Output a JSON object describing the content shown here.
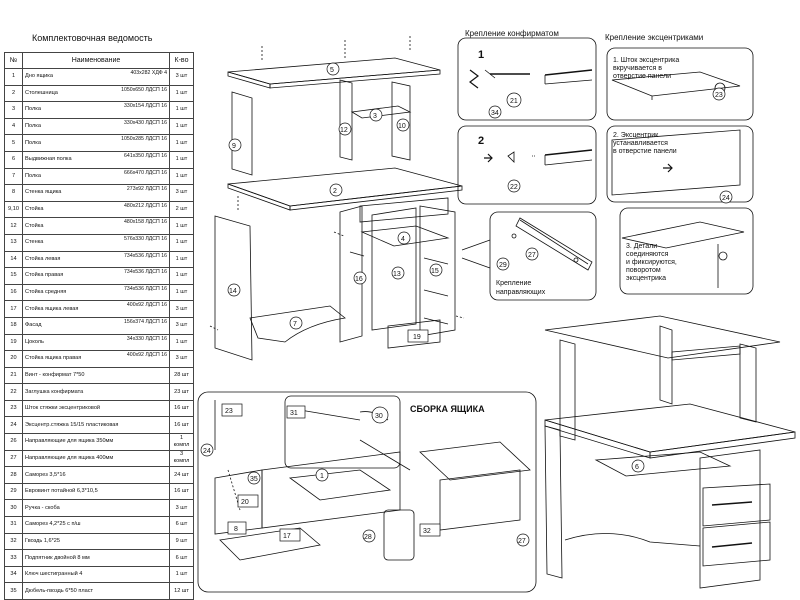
{
  "title": "Комплектовочная ведомость",
  "table": {
    "headers": [
      "№",
      "Наименование",
      "К-во"
    ],
    "rows": [
      {
        "n": "1",
        "name": "Дно ящика",
        "spec": "403x282 ХДФ 4",
        "qty": "3 шт"
      },
      {
        "n": "2",
        "name": "Столешница",
        "spec": "1050x650 ЛДСП 16",
        "qty": "1 шт"
      },
      {
        "n": "3",
        "name": "Полка",
        "spec": "330x154 ЛДСП 16",
        "qty": "1 шт"
      },
      {
        "n": "4",
        "name": "Полка",
        "spec": "330x430 ЛДСП 16",
        "qty": "1 шт"
      },
      {
        "n": "5",
        "name": "Полка",
        "spec": "1050x285 ЛДСП 16",
        "qty": "1 шт"
      },
      {
        "n": "6",
        "name": "Выдвижная полка",
        "spec": "641x350 ЛДСП 16",
        "qty": "1 шт"
      },
      {
        "n": "7",
        "name": "Полка",
        "spec": "666x470 ЛДСП 16",
        "qty": "1 шт"
      },
      {
        "n": "8",
        "name": "Стенка ящика",
        "spec": "273x92 ЛДСП 16",
        "qty": "3 шт"
      },
      {
        "n": "9,10",
        "name": "Стойка",
        "spec": "480x212 ЛДСП 16",
        "qty": "2 шт"
      },
      {
        "n": "12",
        "name": "Стойка",
        "spec": "480x158 ЛДСП 16",
        "qty": "1 шт"
      },
      {
        "n": "13",
        "name": "Стенка",
        "spec": "576x330 ЛДСП 16",
        "qty": "1 шт"
      },
      {
        "n": "14",
        "name": "Стойка левая",
        "spec": "734x536 ЛДСП 16",
        "qty": "1 шт"
      },
      {
        "n": "15",
        "name": "Стойка правая",
        "spec": "734x536 ЛДСП 16",
        "qty": "1 шт"
      },
      {
        "n": "16",
        "name": "Стойка средняя",
        "spec": "734x536 ЛДСП 16",
        "qty": "1 шт"
      },
      {
        "n": "17",
        "name": "Стойка ящика левая",
        "spec": "400x92 ЛДСП 16",
        "qty": "3 шт"
      },
      {
        "n": "18",
        "name": "Фасад",
        "spec": "156x374 ЛДСП 16",
        "qty": "3 шт"
      },
      {
        "n": "19",
        "name": "Цоколь",
        "spec": "34x330 ЛДСП 16",
        "qty": "1 шт"
      },
      {
        "n": "20",
        "name": "Стойка ящика правая",
        "spec": "400x92 ЛДСП 16",
        "qty": "3 шт"
      },
      {
        "n": "21",
        "name": "Винт - конфирмат 7*50",
        "spec": "",
        "qty": "28 шт"
      },
      {
        "n": "22",
        "name": "Заглушка конфирмата",
        "spec": "",
        "qty": "23 шт"
      },
      {
        "n": "23",
        "name": "Шток стяжки эксцентриковой",
        "spec": "",
        "qty": "16 шт"
      },
      {
        "n": "24",
        "name": "Эксцентр.стяжка 15/15 пластиковая",
        "spec": "",
        "qty": "16 шт"
      },
      {
        "n": "26",
        "name": "Направляющие для ящика 350мм",
        "spec": "",
        "qty": "1 компл"
      },
      {
        "n": "27",
        "name": "Направляющие для ящика 400мм",
        "spec": "",
        "qty": "3 компл"
      },
      {
        "n": "28",
        "name": "Саморез 3,5*16",
        "spec": "",
        "qty": "24 шт"
      },
      {
        "n": "29",
        "name": "Евровинт потайной 6,3*10,5",
        "spec": "",
        "qty": "16 шт"
      },
      {
        "n": "30",
        "name": "Ручка - скоба",
        "spec": "",
        "qty": "3 шт"
      },
      {
        "n": "31",
        "name": "Саморез 4,2*25 с п/ш",
        "spec": "",
        "qty": "6 шт"
      },
      {
        "n": "32",
        "name": "Гвоздь 1,6*25",
        "spec": "",
        "qty": "9 шт"
      },
      {
        "n": "33",
        "name": "Подпятник двойной 8 мм",
        "spec": "",
        "qty": "6 шт"
      },
      {
        "n": "34",
        "name": "Ключ шестигранный 4",
        "spec": "",
        "qty": "1 шт"
      },
      {
        "n": "35",
        "name": "Дюбель-гвоздь 6*50 пласт",
        "spec": "",
        "qty": "12 шт"
      }
    ]
  },
  "panels": {
    "confirmat_title": "Крепление конфирматом",
    "eccentric_title": "Крепление эксцентриками",
    "step1_num": "1",
    "step2_num": "2",
    "ecc_step1": [
      "1. Шток эксцентрика",
      "вкручивается в",
      "отверстие панели"
    ],
    "ecc_step2": [
      "2. Эксцентрик",
      "устанавливается",
      "в отверстие панели"
    ],
    "ecc_step3": [
      "3. Детали",
      "соединяются",
      "и фиксируются,",
      "поворотом",
      "эксцентрика"
    ],
    "guides_label": [
      "Крепление",
      "направляющих"
    ],
    "drawer_title": "СБОРКА ЯЩИКА"
  },
  "callouts": {
    "c1": "1",
    "c2": "2",
    "c3": "3",
    "c4": "4",
    "c5": "5",
    "c6": "6",
    "c7": "7",
    "c8": "8",
    "c9": "9",
    "c10": "10",
    "c12": "12",
    "c13": "13",
    "c14": "14",
    "c15": "15",
    "c16": "16",
    "c17": "17",
    "c19": "19",
    "c20": "20",
    "c21": "21",
    "c22": "22",
    "c23": "23",
    "c24": "24",
    "c27": "27",
    "c28": "28",
    "c29": "29",
    "c30": "30",
    "c31": "31",
    "c32": "32",
    "c34": "34",
    "c35": "35"
  }
}
